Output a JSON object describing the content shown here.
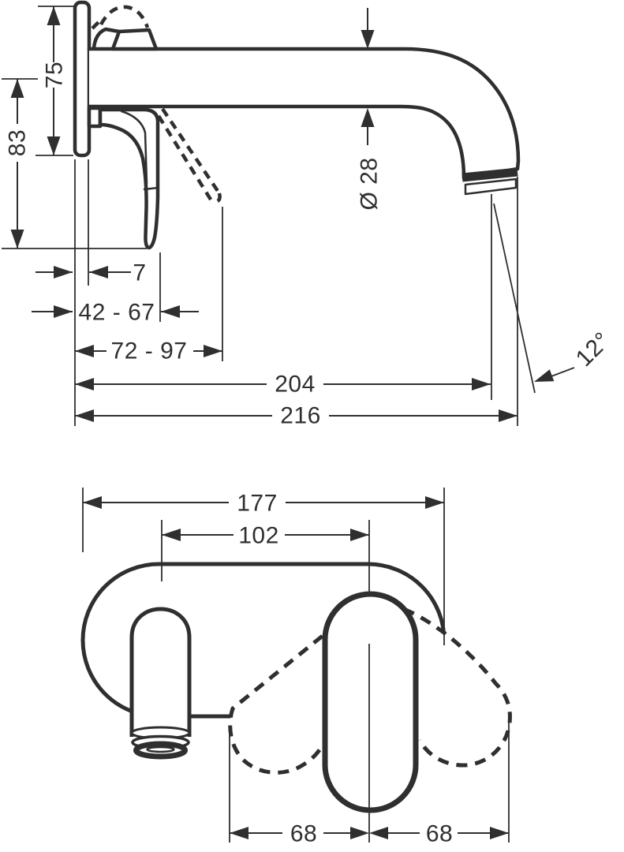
{
  "product_views": {
    "side_view": {
      "plate_height": "75",
      "handle_drop": "83",
      "plate_depth": "7",
      "range_wall_to_handle": "42 - 67",
      "range_wall_to_handle_open": "72 - 97",
      "spout_reach": "204",
      "total_projection": "216",
      "spout_diameter": "Ø 28",
      "spray_angle": "12°"
    },
    "front_view": {
      "plate_width": "177",
      "spout_handle_distance": "102",
      "swing_left": "68",
      "swing_right": "68"
    }
  },
  "style": {
    "line_color": "#2f2f2f",
    "background": "#ffffff"
  }
}
